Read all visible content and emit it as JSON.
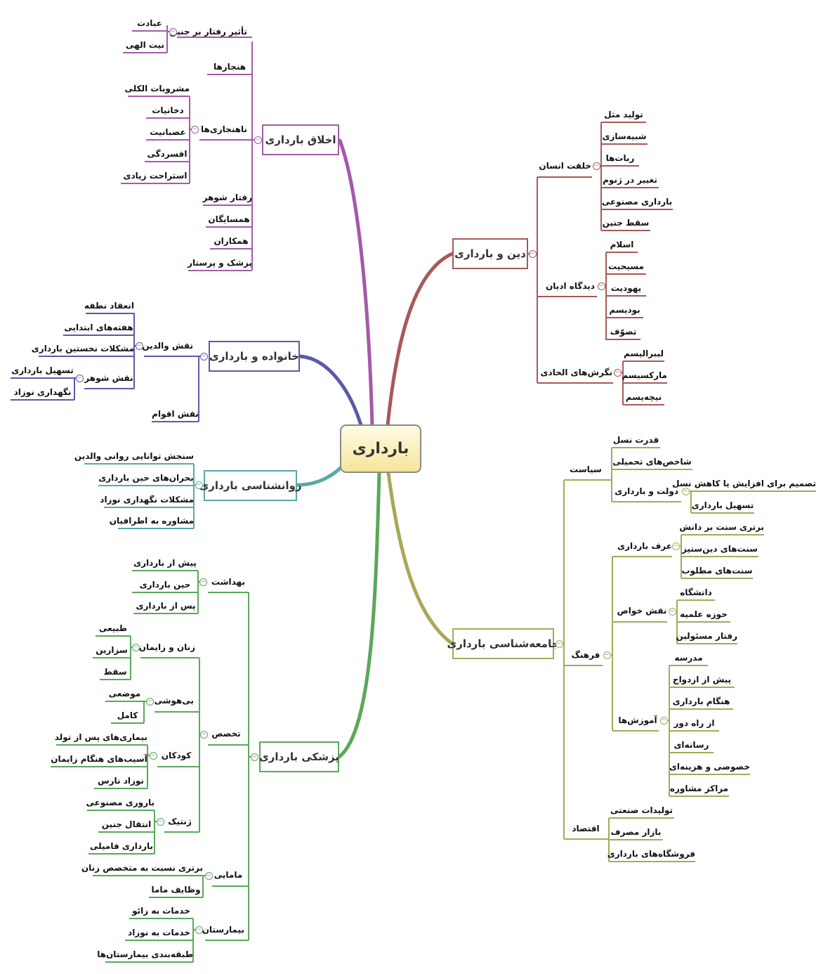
{
  "center": "بارداری",
  "colors": {
    "akhlagh": "#a45aa8",
    "din": "#a85858",
    "khanevadeh": "#5a5aa8",
    "ravanshenasi": "#5aa8a8",
    "pezeshki": "#5aa85a",
    "jame": "#a8a858"
  },
  "branches": {
    "akhlagh": {
      "title": "اخلاق بارداری",
      "tasir": "تأثیر رفتار بر جنین",
      "ebadat": "عبادت",
      "niyat": "نیت الهی",
      "hanjarha": "هنجارها",
      "nahanjari": "ناهنجاری‌ها",
      "mashrubat": "مشروبات الکلی",
      "dokhaniyat": "دخانیات",
      "asabaniyat": "عصبانیت",
      "afsordegi": "افسردگی",
      "esterahat": "استراحت زیادی",
      "raftar_shohar": "رفتار شوهر",
      "hamsayegan": "همسایگان",
      "hamkaran": "همکاران",
      "pezeshk": "پزشک و پرستار"
    },
    "din": {
      "title": "دین و بارداری",
      "khelghat": "خلقت انسان",
      "tolid_mesl": "تولید مثل",
      "shabih": "شبیه‌سازی",
      "robat": "ربات‌ها",
      "genom": "تغییر در ژنوم",
      "masnooi": "بارداری مصنوعی",
      "seght": "سقط جنین",
      "didgah": "دیدگاه ادیان",
      "eslam": "اسلام",
      "masihiyat": "مسیحیت",
      "yahudiyat": "یهودیت",
      "budism": "بودیسم",
      "tasavof": "تصوّف",
      "negaresh": "نگرش‌های الحادی",
      "liberalism": "لیبرالیسم",
      "marxism": "مارکسیسم",
      "nietzsche": "نیچه‌یسم"
    },
    "khanevadeh": {
      "title": "خانواده و بارداری",
      "naghsh_valedein": "نقش والدین",
      "enekad": "انعقاد نطفه",
      "hafteha": "هفته‌های ابتدایی",
      "moshkelat": "مشکلات نخستین بارداری",
      "naghsh_shohar": "نقش شوهر",
      "tashil": "تسهیل بارداری",
      "negahdari": "نگهداری نوزاد",
      "aghvam": "نقش اقوام"
    },
    "ravanshenasi": {
      "title": "روانشناسی بارداری",
      "sanjesh": "سنجش توانایی روانی والدین",
      "bohran": "بحران‌های حین بارداری",
      "moshkelat": "مشکلات نگهداری نوزاد",
      "moshavere": "مشاوره به اطرافیان"
    },
    "pezeshki": {
      "title": "پزشکی بارداری",
      "behdasht": "بهداشت",
      "pish": "پیش از بارداری",
      "hin": "حین بارداری",
      "pas": "پس از بارداری",
      "takhasos": "تخصص",
      "zanan": "زنان و زایمان",
      "tabiei": "طبیعی",
      "sezarin": "سزارین",
      "seght": "سقط",
      "bihooshi": "بی‌هوشی",
      "mozei": "موضعی",
      "kamel": "کامل",
      "kudakan": "کودکان",
      "bimari": "بیماری‌های پس از تولد",
      "asib": "آسیب‌های هنگام زایمان",
      "nozad_nares": "نوزاد نارس",
      "zhenetik": "ژنتیک",
      "barvari": "باروری مصنوعی",
      "enteghal": "انتقال جنین",
      "famili": "بارداری فامیلی",
      "mamaei": "مامایی",
      "bartari": "برتری نسبت به متخصص زنان",
      "vazayef": "وظایف ماما",
      "bimarestan": "بیمارستان",
      "zao": "خدمات به زائو",
      "khadamat_nozad": "خدمات به نوزاد",
      "tabaghe": "طبقه‌بندی بیمارستان‌ها"
    },
    "jame": {
      "title": "جامعه‌شناسی بارداری",
      "siasat": "سیاست",
      "ghodrat": "قدرت نسل",
      "shakhes": "شاخص‌های تحمیلی",
      "dolat": "دولت و بارداری",
      "tasmim": "تصمیم برای افزایش یا کاهش نسل",
      "tashil": "تسهیل بارداری",
      "farhang": "فرهنگ",
      "orf": "عرف بارداری",
      "bartari": "برتری سنت بر دانش",
      "sonat_din": "سنت‌های دین‌ستیز",
      "sonat_matlub": "سنت‌های مطلوب",
      "khavas": "نقش خواص",
      "daneshgah": "دانشگاه",
      "hozeh": "حوزه علمیه",
      "masulin": "رفتار مسئولین",
      "amuzesh": "آموزش‌ها",
      "madrese": "مدرسه",
      "pish_ezdevaj": "پیش از ازدواج",
      "hengam": "هنگام بارداری",
      "az_rah_dur": "از راه دور",
      "resanei": "رسانه‌ای",
      "khosusi": "خصوصی و هزینه‌ای",
      "marakez": "مراکز مشاوره",
      "eghtesad": "اقتصاد",
      "tolidat": "تولیدات صنعتی",
      "bazar": "بازار مصرف",
      "forushgah": "فروشگاه‌های بارداری"
    }
  }
}
